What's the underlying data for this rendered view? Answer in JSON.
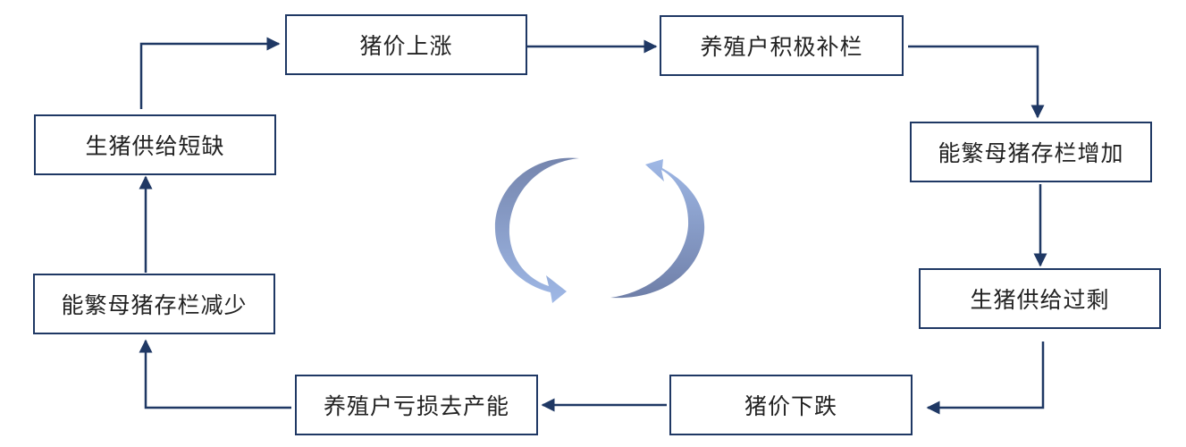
{
  "diagram": {
    "title": "生猪价格周期",
    "colors": {
      "box_border": "#1f3864",
      "arrow": "#1f3864",
      "cycle_dark": "#6f7fa8",
      "cycle_light": "#8eaadb"
    },
    "nodes": {
      "price_up": "猪价上涨",
      "restock": "养殖户积极补栏",
      "sow_increase": "能繁母猪存栏增加",
      "oversupply": "生猪供给过剩",
      "price_down": "猪价下跌",
      "capacity_cut": "养殖户亏损去产能",
      "sow_decrease": "能繁母猪存栏减少",
      "shortage": "生猪供给短缺"
    },
    "center_icon": "cycle-arrows-icon"
  }
}
